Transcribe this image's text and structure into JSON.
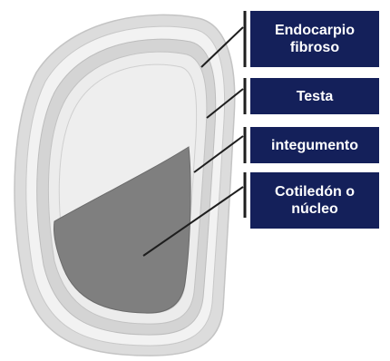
{
  "colors": {
    "label_background": "#14205a",
    "label_text": "#ffffff",
    "outer_layer": "#dcdcdc",
    "band_light": "#f2f2f2",
    "band_mid": "#d4d4d4",
    "inner_fill": "#eeeeee",
    "cotyledon": "#7f7f7f",
    "leader_line": "#1e1e1e"
  },
  "labels": {
    "endocarpio": "Endocarpio\nfibroso",
    "testa": "Testa",
    "integumento": "integumento",
    "cotiledon": "Cotiledón o\nnúcleo"
  }
}
